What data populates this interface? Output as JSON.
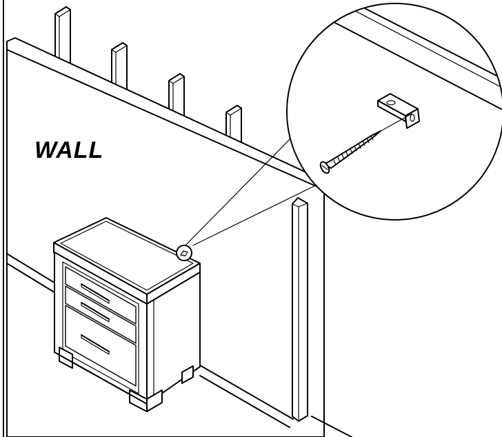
{
  "labels": {
    "wall": "WALL"
  },
  "colors": {
    "line": "#000000",
    "background": "#ffffff"
  },
  "components": {
    "detail_callout": "magnified-circle",
    "hardware": [
      "l-bracket",
      "wood-screw"
    ],
    "furniture": "nightstand-with-three-drawers"
  }
}
